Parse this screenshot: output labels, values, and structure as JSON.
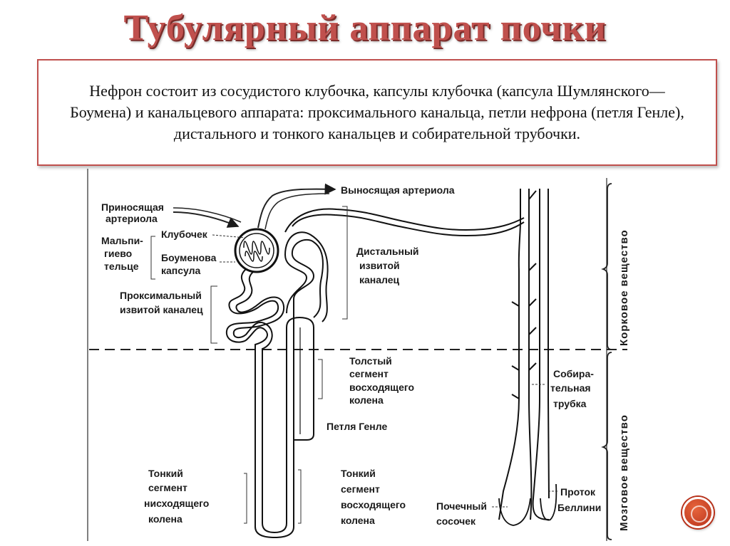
{
  "title": "Тубулярный аппарат почки",
  "intro": "Нефрон состоит из сосудистого клубочка, капсулы клубочка (капсула Шумлянского—Боумена) и канальцевого аппарата: проксимального канальца, петли нефрона (петля Генле), дистального и тонкого канальцев и собирательной трубочки.",
  "labels": {
    "afferent_1": "Приносящая",
    "afferent_2": "артериола",
    "efferent": "Выносящая артериола",
    "malpighi_1": "Мальпи-",
    "malpighi_2": "гиево",
    "malpighi_3": "тельце",
    "glomerulus": "Клубочек",
    "bowman_1": "Боуменова",
    "bowman_2": "капсула",
    "proximal_1": "Проксимальный",
    "proximal_2": "извитой каналец",
    "distal_1": "Дистальный",
    "distal_2": "извитой",
    "distal_3": "каналец",
    "thick_1": "Толстый",
    "thick_2": "сегмент",
    "thick_3": "восходящего",
    "thick_4": "колена",
    "henle": "Петля Генле",
    "thin_desc_1": "Тонкий",
    "thin_desc_2": "сегмент",
    "thin_desc_3": "нисходящего",
    "thin_desc_4": "колена",
    "thin_asc_1": "Тонкий",
    "thin_asc_2": "сегмент",
    "thin_asc_3": "восходящего",
    "thin_asc_4": "колена",
    "papilla_1": "Почечный",
    "papilla_2": "сосочек",
    "collecting_1": "Собира-",
    "collecting_2": "тельная",
    "collecting_3": "трубка",
    "bellini_1": "Проток",
    "bellini_2": "Беллини",
    "cortex": "Корковое вещество",
    "medulla": "Мозговое вещество"
  }
}
